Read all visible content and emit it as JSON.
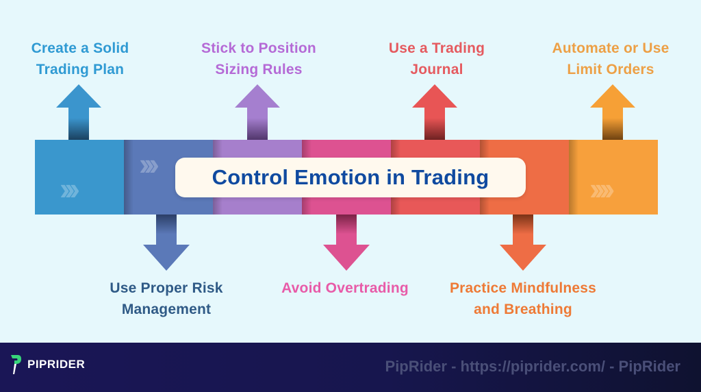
{
  "diagram": {
    "title": "Control Emotion in Trading",
    "steps": [
      {
        "label": "Create a Solid\nTrading Plan",
        "position": "top",
        "color": "#3a97cd",
        "text_color": "#2f9ad3"
      },
      {
        "label": "Use Proper Risk\nManagement",
        "position": "bottom",
        "color": "#5a79b8",
        "text_color": "#2f5a86"
      },
      {
        "label": "Stick to Position\nSizing Rules",
        "position": "top",
        "color": "#a67fcc",
        "text_color": "#b56ad6"
      },
      {
        "label": "Avoid Overtrading",
        "position": "bottom",
        "color": "#dd5291",
        "text_color": "#e85ba8"
      },
      {
        "label": "Use a Trading\nJournal",
        "position": "top",
        "color": "#e85757",
        "text_color": "#e55a5f"
      },
      {
        "label": "Practice Mindfulness\nand Breathing",
        "position": "bottom",
        "color": "#ee6e45",
        "text_color": "#ee7a36"
      },
      {
        "label": "Automate or Use\nLimit Orders",
        "position": "top",
        "color": "#f7a03c",
        "text_color": "#eda046"
      }
    ]
  },
  "footer": {
    "brand": "PIPRIDER",
    "watermark": "PipRider - https://piprider.com/ - PipRider"
  }
}
